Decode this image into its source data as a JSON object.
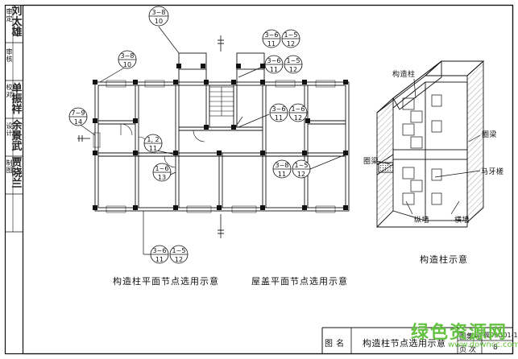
{
  "sidebar": {
    "rows": [
      {
        "role": "审定",
        "name": "刘太雄"
      },
      {
        "role": "审核",
        "name": ""
      },
      {
        "role": "校对",
        "name": "单振祥"
      },
      {
        "role": "设计",
        "name": "余景武"
      },
      {
        "role": "制图",
        "name": "贾晓兰"
      }
    ]
  },
  "left_plan": {
    "caption": "构造柱平面节点选用示意",
    "bubbles": [
      {
        "top": "3~8",
        "bottom": "10"
      },
      {
        "top": "3~8",
        "bottom": "10"
      },
      {
        "top": "7~9",
        "bottom": "14"
      },
      {
        "top": "1, 2",
        "bottom": "11"
      },
      {
        "top": "1~6",
        "bottom": "13"
      }
    ],
    "double_bubbles": [
      {
        "a_top": "3~6",
        "a_bottom": "11",
        "b_top": "1~5",
        "b_bottom": "12"
      },
      {
        "a_top": "3~6",
        "a_bottom": "11",
        "b_top": "1~5",
        "b_bottom": "12"
      }
    ]
  },
  "right_plan": {
    "caption": "屋盖平面节点选用示意",
    "double_bubbles": [
      {
        "a_top": "3~6",
        "a_bottom": "11",
        "b_top": "1~5",
        "b_bottom": "12"
      },
      {
        "a_top": "3~6",
        "a_bottom": "11",
        "b_top": "1~6",
        "b_bottom": "12"
      },
      {
        "a_top": "3~8",
        "a_bottom": "11",
        "b_top": "1~5",
        "b_bottom": "12"
      }
    ]
  },
  "iso": {
    "caption": "构造柱示意",
    "labels": {
      "column": "构造柱",
      "ring_beam_left": "圈梁",
      "ring_beam_right": "圈梁",
      "toothed": "马牙槎",
      "long_wall": "纵墙",
      "cross_wall": "横墙"
    }
  },
  "title_block": {
    "fig_label": "图  名",
    "title": "构造柱节点选用示意",
    "atlas_label": "图集号",
    "atlas_value": "冀09G01-1",
    "page_label": "页  次",
    "page_value": "8"
  },
  "watermark": {
    "text": "绿色资源网",
    "url": "www.downcc.com"
  }
}
